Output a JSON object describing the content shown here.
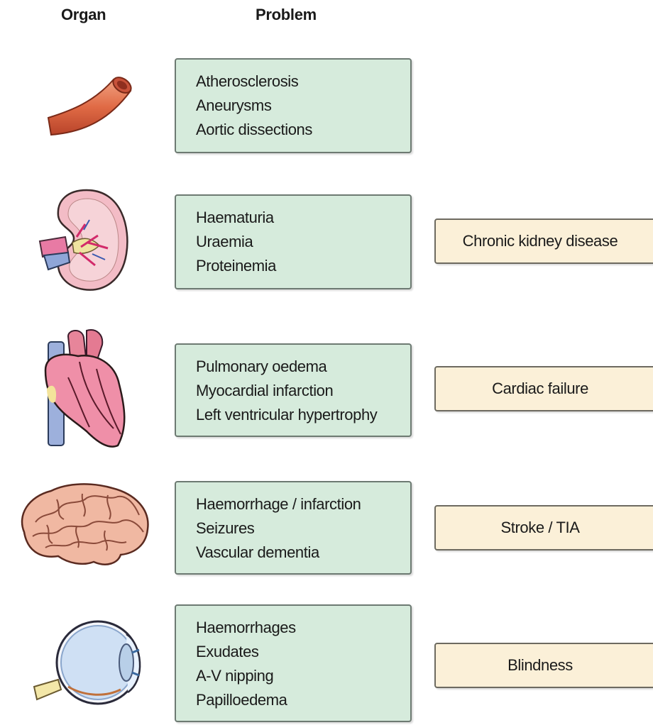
{
  "headers": {
    "organ": "Organ",
    "problem": "Problem"
  },
  "rows": [
    {
      "organ_icon": "artery-icon",
      "problems": [
        "Atherosclerosis",
        "Aneurysms",
        "Aortic dissections"
      ],
      "outcome": null
    },
    {
      "organ_icon": "kidney-icon",
      "problems": [
        "Haematuria",
        "Uraemia",
        "Proteinemia"
      ],
      "outcome": "Chronic kidney disease"
    },
    {
      "organ_icon": "heart-icon",
      "problems": [
        "Pulmonary oedema",
        "Myocardial infarction",
        "Left ventricular hypertrophy"
      ],
      "outcome": "Cardiac failure"
    },
    {
      "organ_icon": "brain-icon",
      "problems": [
        "Haemorrhage / infarction",
        "Seizures",
        "Vascular dementia"
      ],
      "outcome": "Stroke / TIA"
    },
    {
      "organ_icon": "eye-icon",
      "problems": [
        "Haemorrhages",
        "Exudates",
        "A-V nipping",
        "Papilloedema"
      ],
      "outcome": "Blindness"
    }
  ],
  "colors": {
    "problem_fill": "#d6ebdc",
    "outcome_fill": "#fbf0d8"
  }
}
